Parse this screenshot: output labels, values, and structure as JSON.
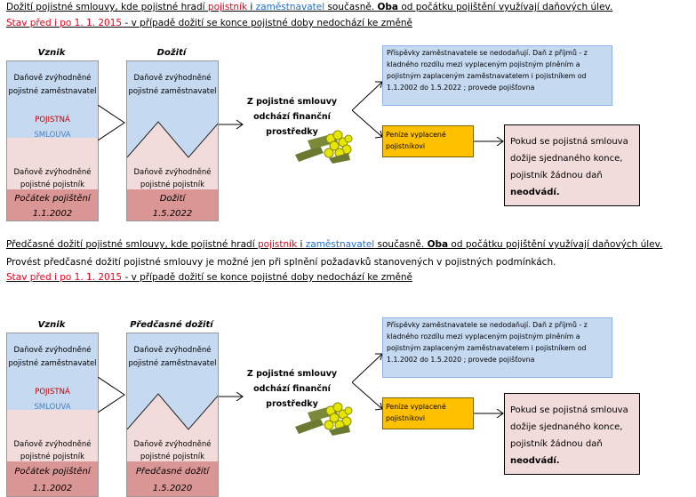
{
  "section1": {
    "title_prefix": "Dožití pojistné smlouvy, kde pojistné hradí ",
    "title_pojistnik": "pojistník",
    "title_i": " i ",
    "title_zamestnavatel": "zaměstnavatel",
    "title_mid": " současně. ",
    "title_oba": "Oba",
    "title_suffix": " od počátku pojištění využívají daňových úlev.",
    "status_prefix": "Stav před i po  1. 1. 2015",
    "status_suffix": " - v případě dožití se konce pojistné doby nedochází ke změně",
    "col1": {
      "heading": "Vznik",
      "top_text": "Daňově zvýhodněné pojistné zaměstnavatel",
      "mid_a": "POJISTNÁ",
      "mid_b": "SMLOUVA",
      "lower_text": "Daňově zvýhodněné pojistné pojistník",
      "bottom_1": "Počátek pojištění",
      "bottom_2": "1.1.2002"
    },
    "col2": {
      "heading": "Dožití",
      "top_text": "Daňově zvýhodněné pojistné zaměstnavatel",
      "lower_text": "Daňově zvýhodněné pojistné pojistník",
      "bottom_1": "Dožití",
      "bottom_2": "1.5.2022"
    },
    "middle_text": "Z pojistné smlouvy odchází finanční prostředky",
    "blue_box": "Příspěvky zaměstnavatele se nedodaňují.          Daň z příjmů - z kladného rozdílu mezi vyplaceným pojistným plněním a pojistným zaplaceným zaměstnavatelem i pojistníkem od 1.1.2002 do 1.5.2022 ; provede pojišťovna",
    "orange_box": "Peníze vyplacené pojistníkovi",
    "pink_box_text": "Pokud se pojistná smlouva dožije sjednaného konce, pojistník žádnou daň ",
    "pink_box_bold": "neodvádí."
  },
  "section2": {
    "title_prefix": "Předčasné dožití pojistné smlouvy, kde pojistné hradí ",
    "title_pojistnik": "pojistník",
    "title_i": " i ",
    "title_zamestnavatel": "zaměstnavatel",
    "title_mid": " současně. ",
    "title_oba": "Oba",
    "title_suffix": " od počátku pojištění využívají daňových úlev.",
    "note": "Provést předčasné dožití pojistné smlouvy je možné jen při splnění požadavků stanovených v pojistných podmínkách.",
    "status_prefix": "Stav před i po  1. 1. 2015",
    "status_suffix": " - v případě dožití se konce pojistné doby nedochází ke změně",
    "col1": {
      "heading": "Vznik",
      "top_text": "Daňově zvýhodněné pojistné zaměstnavatel",
      "mid_a": "POJISTNÁ",
      "mid_b": "SMLOUVA",
      "lower_text": "Daňově zvýhodněné pojistné pojistník",
      "bottom_1": "Počátek pojištění",
      "bottom_2": "1.1.2002"
    },
    "col2": {
      "heading": "Předčasné dožití",
      "top_text": "Daňově zvýhodněné pojistné zaměstnavatel",
      "lower_text": "Daňově zvýhodněné pojistné pojistník",
      "bottom_1": "Předčasné dožití",
      "bottom_2": "1.5.2020"
    },
    "middle_text": "Z pojistné smlouvy odchází finanční prostředky",
    "blue_box": "Příspěvky zaměstnavatele se nedodaňují.          Daň z příjmů - z kladného rozdílu mezi vyplaceným pojistným plněním a pojistným zaplaceným zaměstnavatelem i pojistníkem od 1.1.2002 do 1.5.2020 ; provede pojišťovna",
    "orange_box": "Peníze vyplacené pojistníkovi",
    "pink_box_text": "Pokud se pojistná smlouva dožije sjednaného konce, pojistník žádnou daň ",
    "pink_box_bold": "neodvádí."
  },
  "colors": {
    "blue_fill": "#c5d9f1",
    "pink_fill": "#f2dcdb",
    "dark_pink_fill": "#da9694",
    "orange_fill": "#ffc000",
    "red_text": "#e8001c"
  },
  "icons": [
    "money-bundle-icon"
  ]
}
